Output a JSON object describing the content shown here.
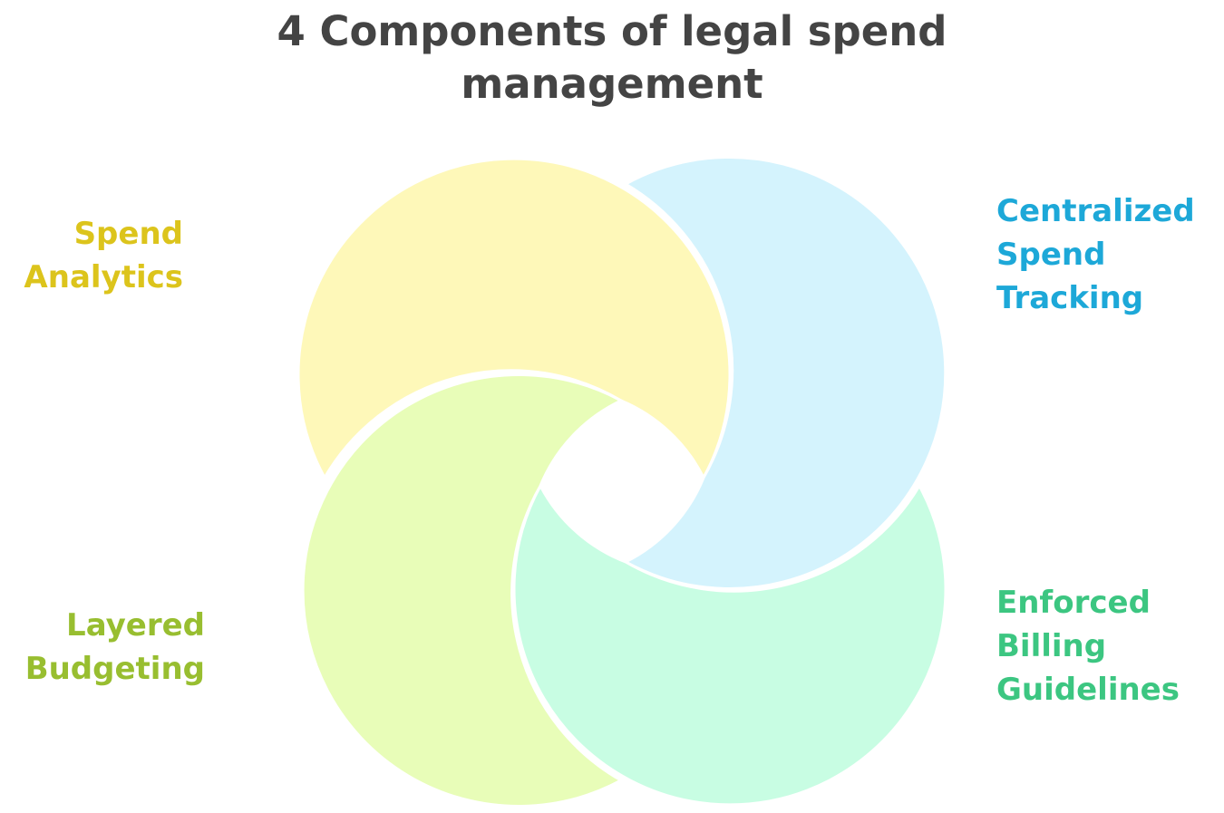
{
  "title": {
    "line1": "4 Components of legal spend",
    "line2": "management"
  },
  "components": [
    {
      "id": "spend-analytics",
      "lines": [
        "Spend",
        "Analytics"
      ],
      "color": "#dcc41c",
      "fill": "#fef8b9"
    },
    {
      "id": "centralized-spend-tracking",
      "lines": [
        "Centralized",
        "Spend",
        "Tracking"
      ],
      "color": "#1da8d8",
      "fill": "#d4f3fd"
    },
    {
      "id": "enforced-billing-guidelines",
      "lines": [
        "Enforced",
        "Billing",
        "Guidelines"
      ],
      "color": "#3cc681",
      "fill": "#c8fde3"
    },
    {
      "id": "layered-budgeting",
      "lines": [
        "Layered",
        "Budgeting"
      ],
      "color": "#98be30",
      "fill": "#e8fdb8"
    }
  ]
}
